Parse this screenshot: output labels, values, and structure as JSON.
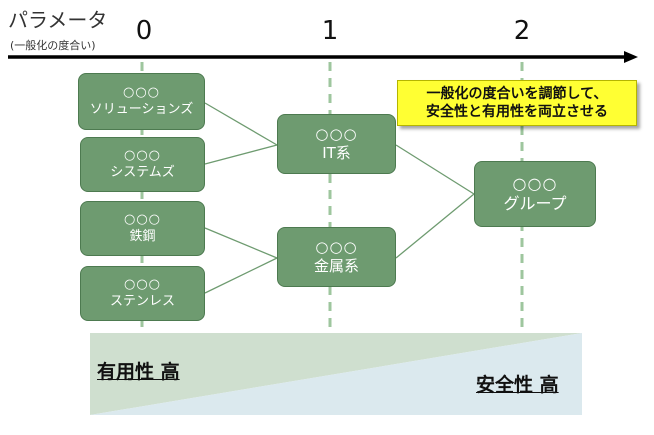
{
  "parameter": {
    "title": "パラメータ",
    "subtitle": "(一般化の度合い)",
    "ticks": [
      "0",
      "1",
      "2"
    ]
  },
  "nodes": {
    "solutions": {
      "line1": "○○○",
      "line2": "ソリューションズ"
    },
    "systems": {
      "line1": "○○○",
      "line2": "システムズ"
    },
    "steel": {
      "line1": "○○○",
      "line2": "鉄鋼"
    },
    "stainless": {
      "line1": "○○○",
      "line2": "ステンレス"
    },
    "it": {
      "line1": "○○○",
      "line2": "IT系"
    },
    "metal": {
      "line1": "○○○",
      "line2": "金属系"
    },
    "group": {
      "line1": "○○○",
      "line2": "グループ"
    }
  },
  "note": {
    "line1": "一般化の度合いを調節して、",
    "line2": "安全性と有用性を両立させる"
  },
  "scale": {
    "usefulness": "有用性 高",
    "safety": "安全性 高"
  },
  "colors": {
    "node_fill": "#6e9b70",
    "usefulness_band": "#cfdfcf",
    "safety_band": "#dbe9ee",
    "note_fill": "#ffff33"
  }
}
